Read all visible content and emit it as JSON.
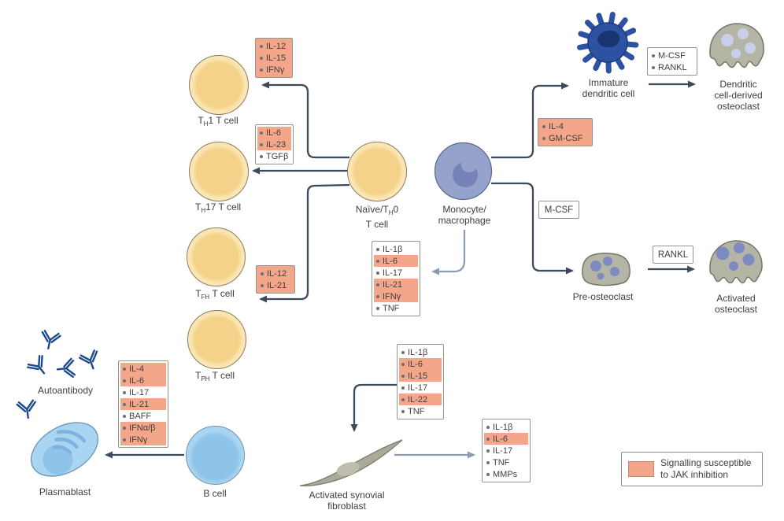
{
  "legend": {
    "line1": "Signalling susceptible",
    "line2": "to JAK inhibition",
    "highlight_color": "#f4a68a"
  },
  "cells": {
    "th1": {
      "pre": "T",
      "sub": "H",
      "post": "1 T cell"
    },
    "th17": {
      "pre": "T",
      "sub": "H",
      "post": "17 T cell"
    },
    "tfh": {
      "pre": "T",
      "sub": "FH",
      "post": " T cell"
    },
    "tph": {
      "pre": "T",
      "sub": "PH",
      "post": " T cell"
    },
    "naive": {
      "pre": "Naïve/T",
      "sub": "H",
      "post": "0",
      "line2": "T cell"
    },
    "monocyte": {
      "line1": "Monocyte/",
      "line2": "macrophage"
    },
    "immature_dc": {
      "line1": "Immature",
      "line2": "dendritic cell"
    },
    "dc_osteoclast": {
      "line1": "Dendritic",
      "line2": "cell-derived",
      "line3": "osteoclast"
    },
    "pre_osteoclast": {
      "line1": "Pre-osteoclast"
    },
    "activated_osteoclast": {
      "line1": "Activated",
      "line2": "osteoclast"
    },
    "autoantibody": {
      "line1": "Autoantibody"
    },
    "plasmablast": {
      "line1": "Plasmablast"
    },
    "b_cell": {
      "line1": "B cell"
    },
    "fibroblast": {
      "line1": "Activated synovial",
      "line2": "fibroblast"
    }
  },
  "boxes": {
    "th1": {
      "items": [
        {
          "label": "IL-12",
          "hl": true
        },
        {
          "label": "IL-15",
          "hl": true
        },
        {
          "label": "IFNγ",
          "hl": true
        }
      ]
    },
    "th17": {
      "items": [
        {
          "label": "IL-6",
          "hl": true
        },
        {
          "label": "IL-23",
          "hl": true
        },
        {
          "label": "TGFβ",
          "hl": false
        }
      ]
    },
    "tfh": {
      "items": [
        {
          "label": "IL-12",
          "hl": true
        },
        {
          "label": "IL-21",
          "hl": true
        }
      ]
    },
    "monocyte_center": {
      "items": [
        {
          "label": "IL-1β",
          "hl": false
        },
        {
          "label": "IL-6",
          "hl": true
        },
        {
          "label": "IL-17",
          "hl": false
        },
        {
          "label": "IL-21",
          "hl": true
        },
        {
          "label": "IFNγ",
          "hl": true
        },
        {
          "label": "TNF",
          "hl": false
        }
      ]
    },
    "dendritic": {
      "items": [
        {
          "label": "IL-4",
          "hl": true
        },
        {
          "label": "GM-CSF",
          "hl": true
        }
      ]
    },
    "mcsf_rankl": {
      "items": [
        {
          "label": "M-CSF",
          "hl": false
        },
        {
          "label": "RANKL",
          "hl": false
        }
      ]
    },
    "mcsf": {
      "label": "M-CSF"
    },
    "rankl": {
      "label": "RANKL"
    },
    "b_cell": {
      "items": [
        {
          "label": "IL-4",
          "hl": true
        },
        {
          "label": "IL-6",
          "hl": true
        },
        {
          "label": "IL-17",
          "hl": false
        },
        {
          "label": "IL-21",
          "hl": true
        },
        {
          "label": "BAFF",
          "hl": false
        },
        {
          "label": "IFNα/β",
          "hl": true
        },
        {
          "label": "IFNγ",
          "hl": true
        }
      ]
    },
    "fibro_in": {
      "items": [
        {
          "label": "IL-1β",
          "hl": false
        },
        {
          "label": "IL-6",
          "hl": true
        },
        {
          "label": "IL-15",
          "hl": true
        },
        {
          "label": "IL-17",
          "hl": false
        },
        {
          "label": "IL-22",
          "hl": true
        },
        {
          "label": "TNF",
          "hl": false
        }
      ]
    },
    "fibro_out": {
      "items": [
        {
          "label": "IL-1β",
          "hl": false
        },
        {
          "label": "IL-6",
          "hl": true
        },
        {
          "label": "IL-17",
          "hl": false
        },
        {
          "label": "TNF",
          "hl": false
        },
        {
          "label": "MMPs",
          "hl": false
        }
      ]
    }
  }
}
